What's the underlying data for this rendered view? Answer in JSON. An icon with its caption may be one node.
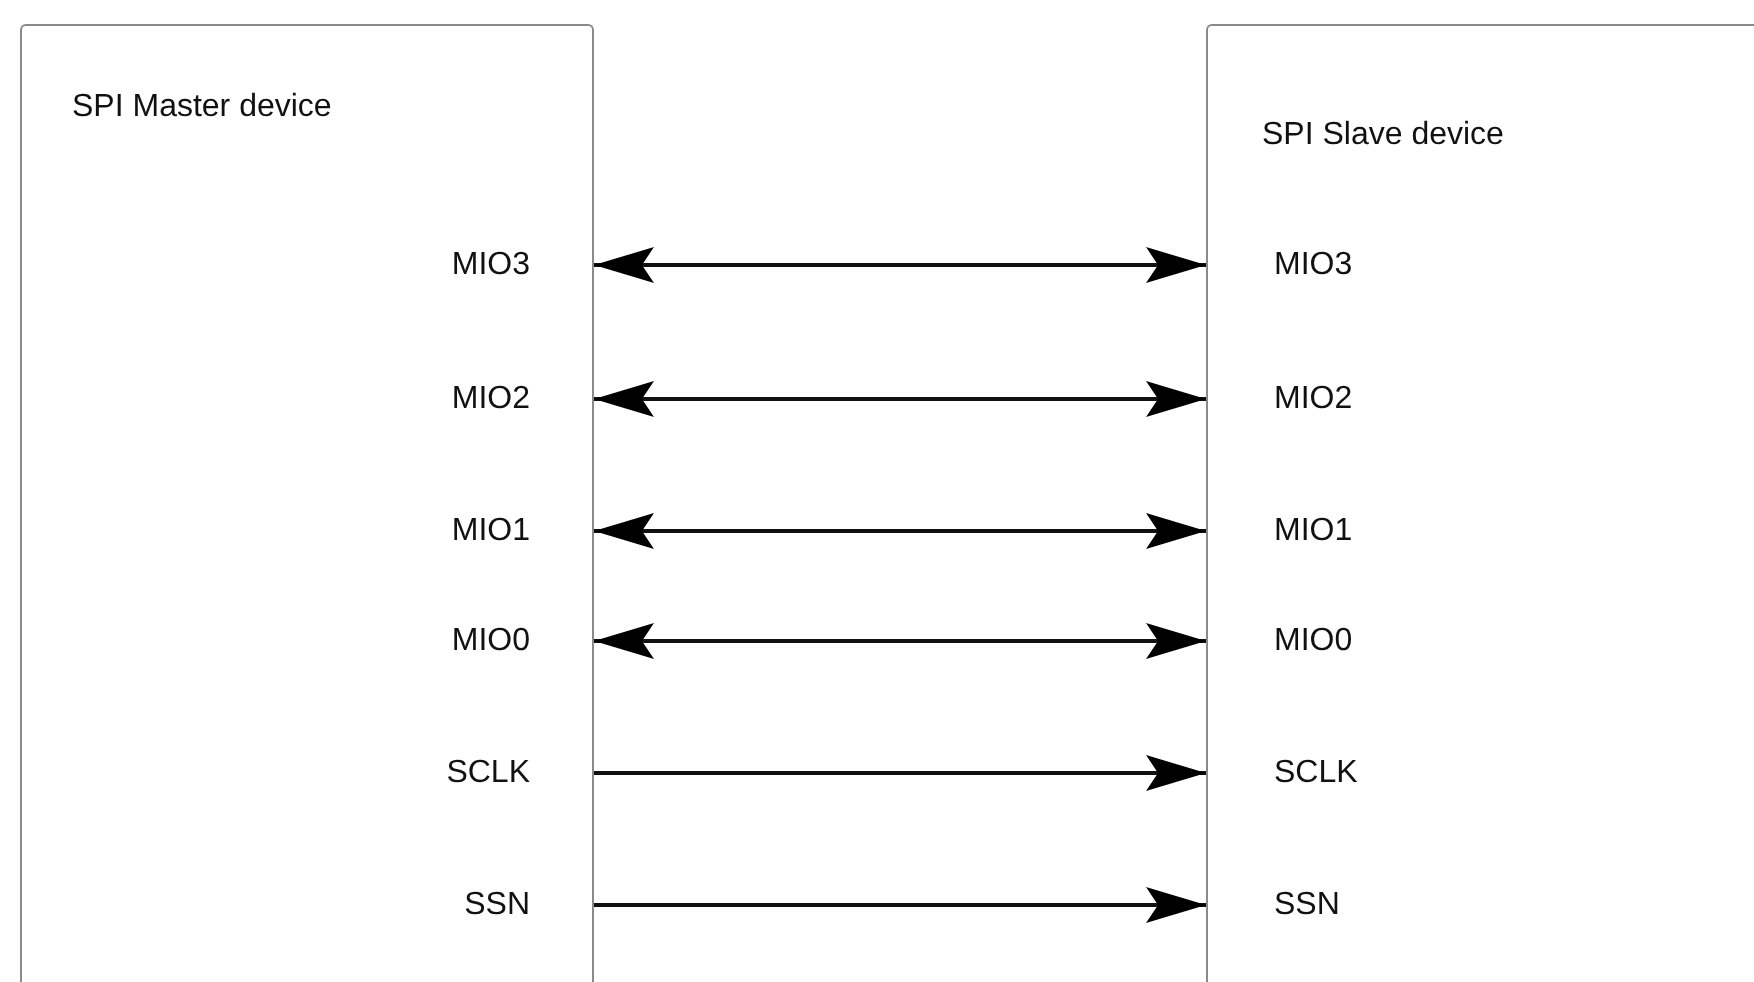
{
  "diagram": {
    "nodes": [
      {
        "text": [
          "SPI Master device"
        ]
      },
      {
        "text": [
          "MIO3"
        ],
        "in": 0
      },
      {
        "text": [
          "MIO2"
        ],
        "in": 0
      },
      {
        "text": [
          "MIO1"
        ],
        "in": 0
      },
      {
        "text": [
          "MIO0"
        ],
        "in": 0
      },
      {
        "text": [
          "SCLK"
        ],
        "in": 0
      },
      {
        "text": [
          "SSN"
        ],
        "in": 0
      },
      {
        "text": [
          "SPI Slave device"
        ]
      },
      {
        "text": [
          "MIO3"
        ],
        "in": 7
      },
      {
        "text": [
          "MIO2"
        ],
        "in": 7
      },
      {
        "text": [
          "MIO1"
        ],
        "in": 7
      },
      {
        "text": [
          "MIO0"
        ],
        "in": 7
      },
      {
        "text": [
          "SCLK"
        ],
        "in": 7
      },
      {
        "text": [
          "SSN"
        ],
        "in": 7
      }
    ],
    "edges": [
      {
        "from": 1,
        "to": 8,
        "arrow": "both"
      },
      {
        "from": 2,
        "to": 9,
        "arrow": "both"
      },
      {
        "from": 3,
        "to": 10,
        "arrow": "both"
      },
      {
        "from": 4,
        "to": 11,
        "arrow": "both"
      },
      {
        "from": 5,
        "to": 12,
        "arrow": "to"
      },
      {
        "from": 6,
        "to": 13,
        "arrow": "to"
      }
    ]
  }
}
